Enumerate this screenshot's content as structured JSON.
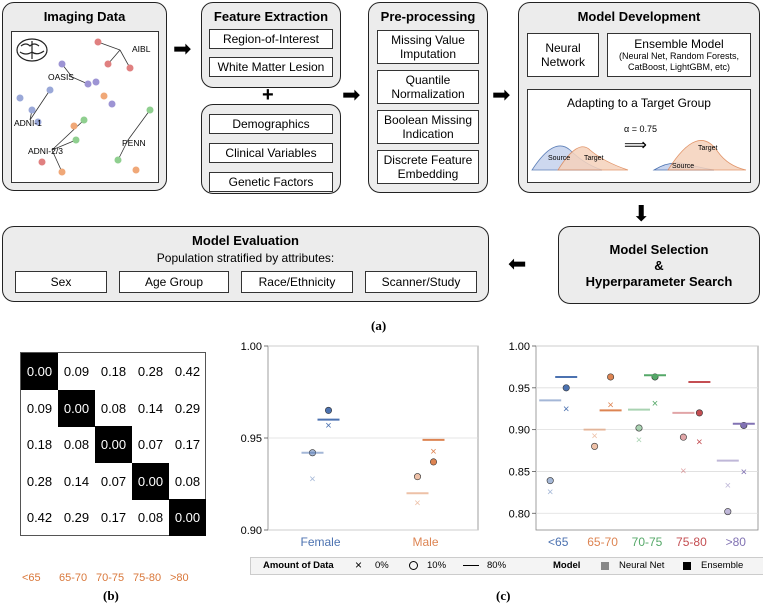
{
  "panel_a": {
    "imaging": {
      "title": "Imaging Data",
      "labels": [
        "AIBL",
        "OASIS",
        "ADNI-1",
        "ADNI-2/3",
        "PENN"
      ]
    },
    "feature_extraction": {
      "title": "Feature Extraction",
      "items": [
        "Region-of-Interest",
        "White Matter Lesion"
      ]
    },
    "plus": "+",
    "features": {
      "items": [
        "Demographics",
        "Clinical Variables",
        "Genetic Factors"
      ]
    },
    "preprocessing": {
      "title": "Pre-processing",
      "items": [
        "Missing Value Imputation",
        "Quantile Normalization",
        "Boolean Missing Indication",
        "Discrete Feature Embedding"
      ]
    },
    "model_dev": {
      "title": "Model Development",
      "neural": "Neural Network",
      "ensemble_title": "Ensemble Model",
      "ensemble_sub": "(Neural Net, Random Forests, CatBoost, LightGBM, etc)",
      "adapting": "Adapting to a Target Group",
      "alpha": "α = 0.75",
      "source": "Source",
      "target": "Target"
    },
    "selection": {
      "line1": "Model Selection",
      "line2": "&",
      "line3": "Hyperparameter Search"
    },
    "evaluation": {
      "title": "Model Evaluation",
      "subtitle": "Population stratified by attributes:",
      "items": [
        "Sex",
        "Age Group",
        "Race/Ethnicity",
        "Scanner/Study"
      ]
    },
    "caption": "(a)"
  },
  "panel_b": {
    "caption": "(b)",
    "labels": [
      "<65",
      "65-70",
      "70-75",
      "75-80",
      ">80"
    ],
    "matrix": [
      [
        "0.00",
        "0.09",
        "0.18",
        "0.28",
        "0.42"
      ],
      [
        "0.09",
        "0.00",
        "0.08",
        "0.14",
        "0.29"
      ],
      [
        "0.18",
        "0.08",
        "0.00",
        "0.07",
        "0.17"
      ],
      [
        "0.28",
        "0.14",
        "0.07",
        "0.00",
        "0.08"
      ],
      [
        "0.42",
        "0.29",
        "0.17",
        "0.08",
        "0.00"
      ]
    ]
  },
  "panel_c": {
    "caption": "(c)",
    "legend": {
      "amount_title": "Amount of Data",
      "p0": "0%",
      "p10": "10%",
      "p80": "80%",
      "model_title": "Model",
      "nn": "Neural Net",
      "ens": "Ensemble"
    },
    "colors": {
      "Female": "#4c72b0",
      "Male": "#dd8452",
      "<65": "#4c72b0",
      "65-70": "#dd8452",
      "70-75": "#55a868",
      "75-80": "#c44e52",
      ">80": "#8172b3"
    },
    "chart_data": [
      {
        "type": "scatter",
        "categories": [
          "Female",
          "Male"
        ],
        "yticks": [
          "0.90",
          "0.95",
          "1.00"
        ],
        "ylim": [
          0.9,
          1.0
        ],
        "points": [
          {
            "cat": "Female",
            "marker": "x",
            "model": "nn",
            "y": 0.928
          },
          {
            "cat": "Female",
            "marker": "o",
            "model": "nn",
            "y": 0.942
          },
          {
            "cat": "Female",
            "marker": "line",
            "model": "nn",
            "y": 0.942
          },
          {
            "cat": "Female",
            "marker": "x",
            "model": "ens",
            "y": 0.957
          },
          {
            "cat": "Female",
            "marker": "o",
            "model": "ens",
            "y": 0.965
          },
          {
            "cat": "Female",
            "marker": "line",
            "model": "ens",
            "y": 0.96
          },
          {
            "cat": "Male",
            "marker": "x",
            "model": "nn",
            "y": 0.915
          },
          {
            "cat": "Male",
            "marker": "o",
            "model": "nn",
            "y": 0.929
          },
          {
            "cat": "Male",
            "marker": "line",
            "model": "nn",
            "y": 0.92
          },
          {
            "cat": "Male",
            "marker": "x",
            "model": "ens",
            "y": 0.943
          },
          {
            "cat": "Male",
            "marker": "o",
            "model": "ens",
            "y": 0.937
          },
          {
            "cat": "Male",
            "marker": "line",
            "model": "ens",
            "y": 0.949
          }
        ]
      },
      {
        "type": "scatter",
        "categories": [
          "<65",
          "65-70",
          "70-75",
          "75-80",
          ">80"
        ],
        "yticks": [
          "0.80",
          "0.85",
          "0.90",
          "0.95",
          "1.00"
        ],
        "ylim": [
          0.78,
          1.0
        ],
        "points": [
          {
            "cat": "<65",
            "marker": "x",
            "model": "nn",
            "y": 0.826
          },
          {
            "cat": "<65",
            "marker": "o",
            "model": "nn",
            "y": 0.839
          },
          {
            "cat": "<65",
            "marker": "line",
            "model": "nn",
            "y": 0.935
          },
          {
            "cat": "<65",
            "marker": "x",
            "model": "ens",
            "y": 0.925
          },
          {
            "cat": "<65",
            "marker": "o",
            "model": "ens",
            "y": 0.95
          },
          {
            "cat": "<65",
            "marker": "line",
            "model": "ens",
            "y": 0.963
          },
          {
            "cat": "65-70",
            "marker": "x",
            "model": "nn",
            "y": 0.893
          },
          {
            "cat": "65-70",
            "marker": "o",
            "model": "nn",
            "y": 0.88
          },
          {
            "cat": "65-70",
            "marker": "line",
            "model": "nn",
            "y": 0.9
          },
          {
            "cat": "65-70",
            "marker": "x",
            "model": "ens",
            "y": 0.93
          },
          {
            "cat": "65-70",
            "marker": "o",
            "model": "ens",
            "y": 0.963
          },
          {
            "cat": "65-70",
            "marker": "line",
            "model": "ens",
            "y": 0.923
          },
          {
            "cat": "70-75",
            "marker": "x",
            "model": "nn",
            "y": 0.888
          },
          {
            "cat": "70-75",
            "marker": "o",
            "model": "nn",
            "y": 0.902
          },
          {
            "cat": "70-75",
            "marker": "line",
            "model": "nn",
            "y": 0.924
          },
          {
            "cat": "70-75",
            "marker": "x",
            "model": "ens",
            "y": 0.932
          },
          {
            "cat": "70-75",
            "marker": "o",
            "model": "ens",
            "y": 0.963
          },
          {
            "cat": "70-75",
            "marker": "line",
            "model": "ens",
            "y": 0.965
          },
          {
            "cat": "75-80",
            "marker": "x",
            "model": "nn",
            "y": 0.851
          },
          {
            "cat": "75-80",
            "marker": "o",
            "model": "nn",
            "y": 0.891
          },
          {
            "cat": "75-80",
            "marker": "line",
            "model": "nn",
            "y": 0.92
          },
          {
            "cat": "75-80",
            "marker": "x",
            "model": "ens",
            "y": 0.886
          },
          {
            "cat": "75-80",
            "marker": "o",
            "model": "ens",
            "y": 0.92
          },
          {
            "cat": "75-80",
            "marker": "line",
            "model": "ens",
            "y": 0.957
          },
          {
            "cat": ">80",
            "marker": "x",
            "model": "nn",
            "y": 0.834
          },
          {
            "cat": ">80",
            "marker": "o",
            "model": "nn",
            "y": 0.802
          },
          {
            "cat": ">80",
            "marker": "line",
            "model": "nn",
            "y": 0.863
          },
          {
            "cat": ">80",
            "marker": "x",
            "model": "ens",
            "y": 0.85
          },
          {
            "cat": ">80",
            "marker": "o",
            "model": "ens",
            "y": 0.905
          },
          {
            "cat": ">80",
            "marker": "line",
            "model": "ens",
            "y": 0.907
          }
        ]
      }
    ]
  }
}
